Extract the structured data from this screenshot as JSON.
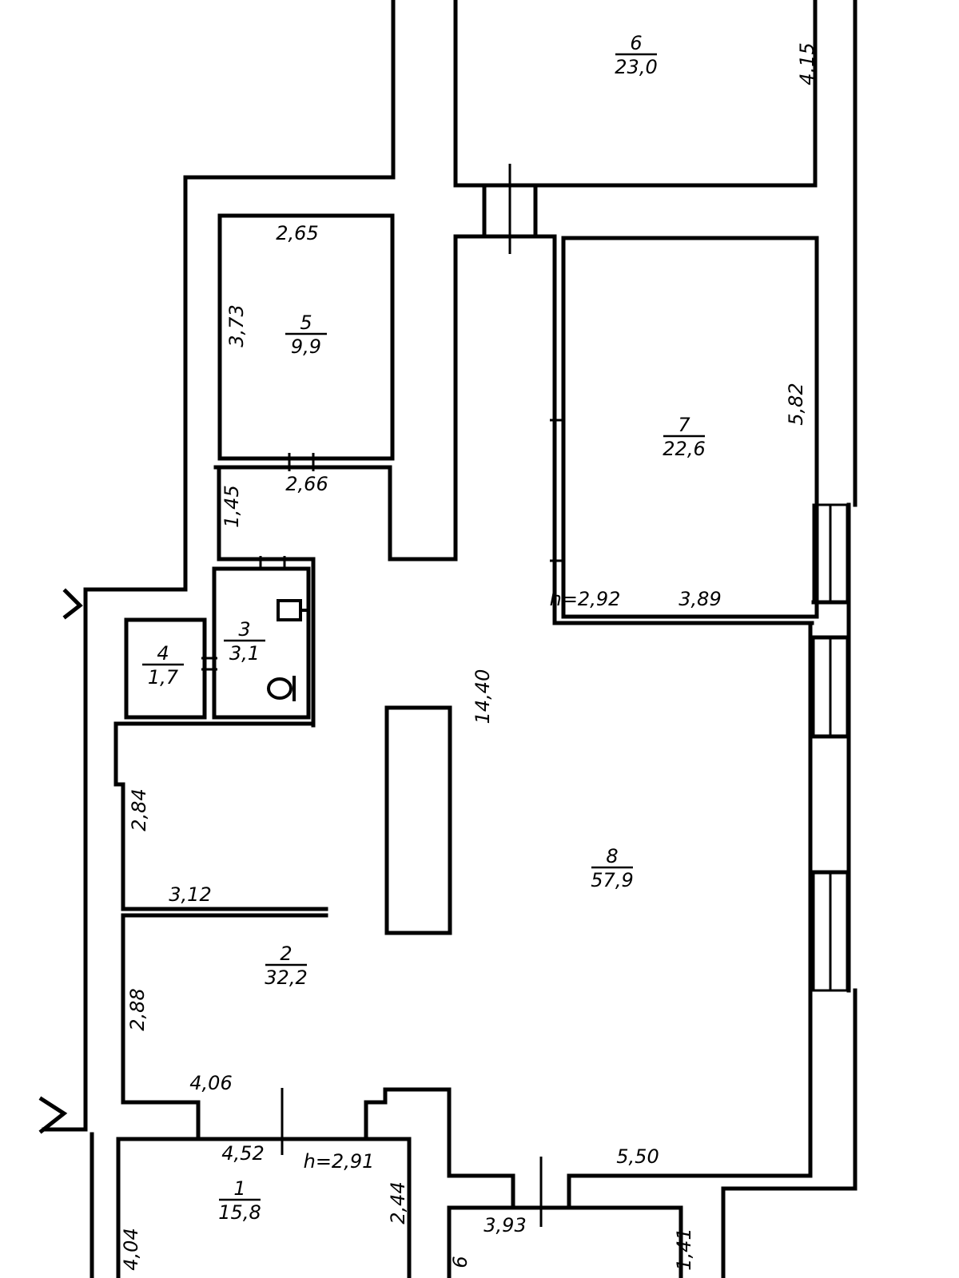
{
  "rooms": [
    {
      "id": "1",
      "number": "1",
      "area": "15,8"
    },
    {
      "id": "2",
      "number": "2",
      "area": "32,2"
    },
    {
      "id": "3",
      "number": "3",
      "area": "3,1"
    },
    {
      "id": "4",
      "number": "4",
      "area": "1,7"
    },
    {
      "id": "5",
      "number": "5",
      "area": "9,9"
    },
    {
      "id": "6",
      "number": "6",
      "area": "23,0"
    },
    {
      "id": "7",
      "number": "7",
      "area": "22,6"
    },
    {
      "id": "8",
      "number": "8",
      "area": "57,9"
    }
  ],
  "dimensions": [
    {
      "id": "d_415",
      "text": "4,15"
    },
    {
      "id": "d_265",
      "text": "2,65"
    },
    {
      "id": "d_373",
      "text": "3,73"
    },
    {
      "id": "d_266",
      "text": "2,66"
    },
    {
      "id": "d_145",
      "text": "1,45"
    },
    {
      "id": "d_582",
      "text": "5,82"
    },
    {
      "id": "d_h292",
      "text": "h=2,92"
    },
    {
      "id": "d_389",
      "text": "3,89"
    },
    {
      "id": "d_1440",
      "text": "14,40"
    },
    {
      "id": "d_284",
      "text": "2,84"
    },
    {
      "id": "d_312",
      "text": "3,12"
    },
    {
      "id": "d_288",
      "text": "2,88"
    },
    {
      "id": "d_406",
      "text": "4,06"
    },
    {
      "id": "d_452",
      "text": "4,52"
    },
    {
      "id": "d_h291",
      "text": "h=2,91"
    },
    {
      "id": "d_244",
      "text": "2,44"
    },
    {
      "id": "d_550",
      "text": "5,50"
    },
    {
      "id": "d_393",
      "text": "3,93"
    },
    {
      "id": "d_404",
      "text": "4,04"
    },
    {
      "id": "d_141",
      "text": "1,41"
    },
    {
      "id": "d_6",
      "text": "6"
    }
  ]
}
